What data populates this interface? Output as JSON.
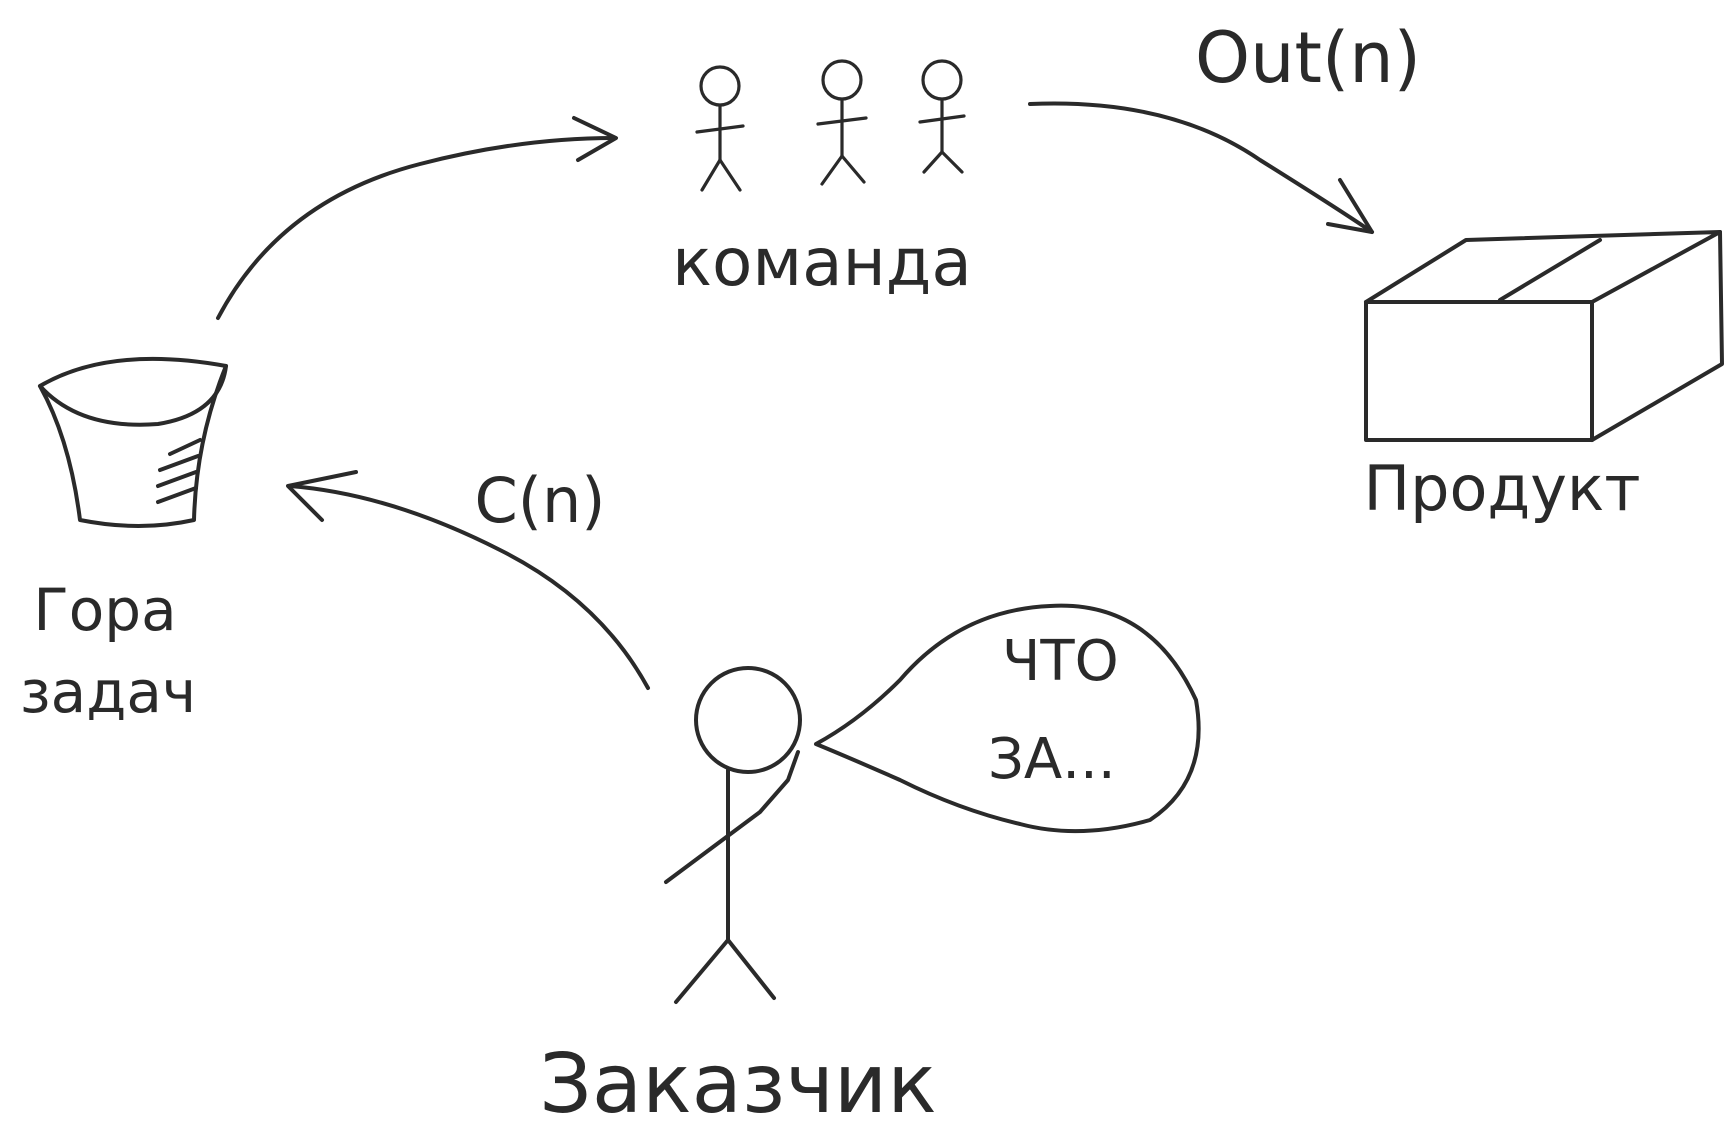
{
  "nodes": {
    "team": {
      "label": "команда",
      "icon": "people-icon"
    },
    "product": {
      "label": "Продукт",
      "icon": "box-icon"
    },
    "backlog": {
      "label_line1": "Гора",
      "label_line2": "задач",
      "icon": "bucket-icon"
    },
    "customer": {
      "label": "Заказчик",
      "icon": "stick-figure-icon",
      "speech_line1": "ЧТО",
      "speech_line2": "ЗА..."
    }
  },
  "edges": {
    "team_to_product": {
      "label": "Out(n)"
    },
    "customer_to_backlog": {
      "label": "C(n)"
    },
    "backlog_to_team": {
      "label": ""
    }
  },
  "colors": {
    "ink": "#2a2a2a",
    "background": "#ffffff"
  }
}
